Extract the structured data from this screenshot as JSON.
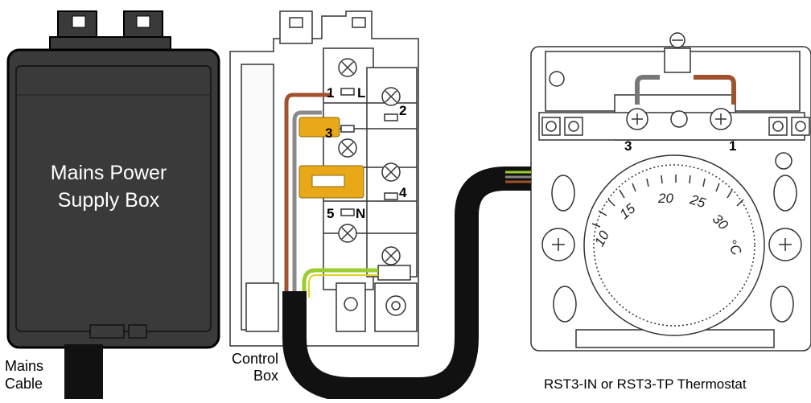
{
  "psu": {
    "title_line1": "Mains Power",
    "title_line2": "Supply Box"
  },
  "mains_cable": {
    "line1": "Mains",
    "line2": "Cable"
  },
  "control_box": {
    "line1": "Control",
    "line2": "Box",
    "terminals": {
      "t1": "1",
      "tL": "L",
      "t2": "2",
      "t3": "3",
      "t4": "4",
      "t5": "5",
      "tN": "N"
    }
  },
  "thermostat": {
    "caption": "RST3-IN or RST3-TP Thermostat",
    "terminal_left": "3",
    "terminal_right": "1",
    "dial": {
      "n10": "10",
      "n15": "15",
      "n20": "20",
      "n25": "25",
      "n30": "30",
      "unit": "°C"
    }
  },
  "colors": {
    "psu_body": "#3a3a3a",
    "brown": "#a0522d",
    "grey": "#8a8a8a",
    "yellow_link": "#e8a817",
    "earth_green": "#9acd32",
    "cable": "#111111"
  }
}
